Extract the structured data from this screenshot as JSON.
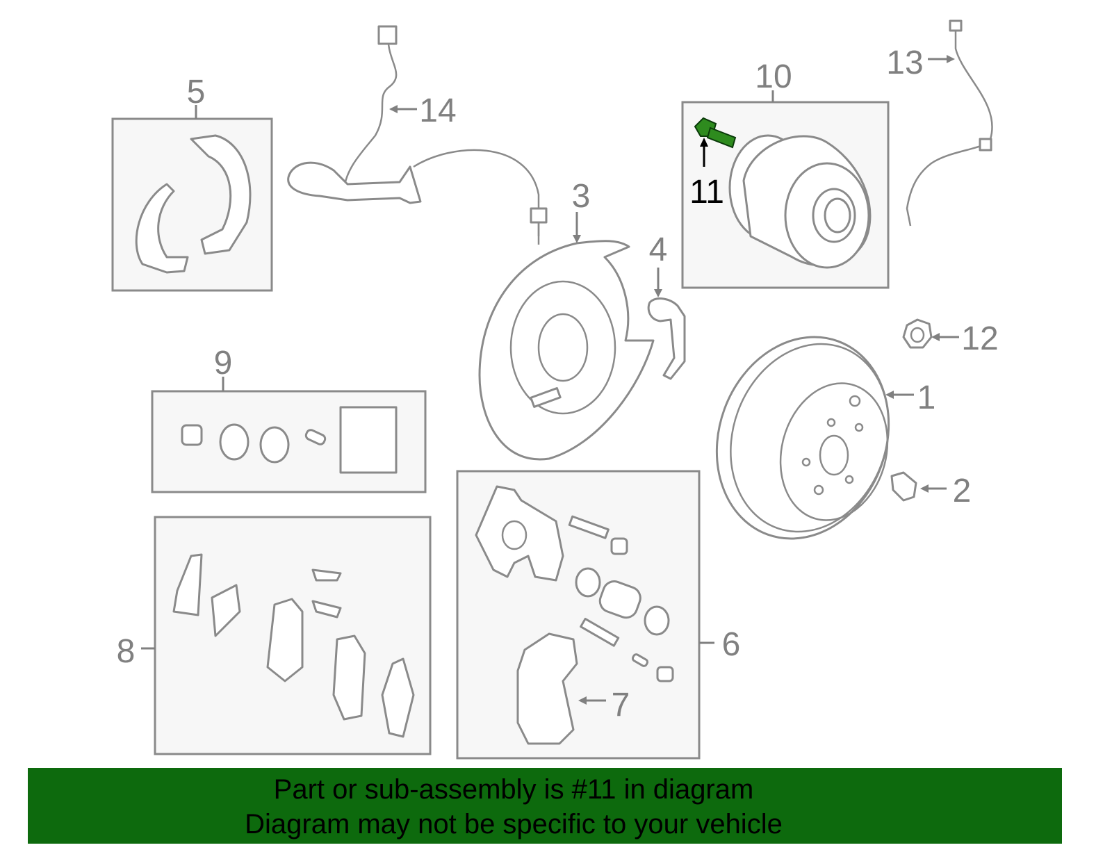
{
  "diagram": {
    "callouts": [
      "1",
      "2",
      "3",
      "4",
      "5",
      "6",
      "7",
      "8",
      "9",
      "10",
      "11",
      "12",
      "13",
      "14"
    ],
    "highlighted_part": "11",
    "highlight_color": "#2e8b1e"
  },
  "banner": {
    "line1": "Part or sub-assembly is #11 in diagram",
    "line2": "Diagram may not be specific to your vehicle",
    "color": "#0d6a0d"
  }
}
